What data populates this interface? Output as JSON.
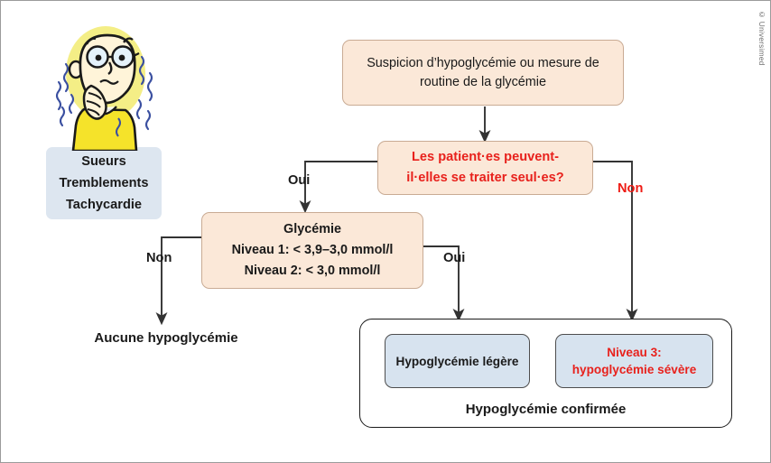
{
  "diagram": {
    "title_text": "Suspicion d’hypoglycémie ou mesure de routine de la glycémie",
    "colors": {
      "peach_fill": "#fbe8d8",
      "peach_border": "#c9ab94",
      "blue_fill": "#d7e3ef",
      "blue_border": "#4d4d4d",
      "red_text": "#e8211c",
      "black_text": "#1a1a1a",
      "outer_border": "#1a1a1a",
      "connector": "#333333",
      "frame_border": "#9b9b9b"
    }
  },
  "nodes": {
    "suspicion": {
      "line1": "Suspicion d’hypoglycémie ou mesure de",
      "line2": "routine de la glycémie"
    },
    "decision": {
      "line1": "Les patient·es peuvent-",
      "line2": "il·elles se traiter seul·es?"
    },
    "glycemie": {
      "line1": "Glycémie",
      "line2": "Niveau 1: < 3,9–3,0 mmol/l",
      "line3": "Niveau 2: < 3,0 mmol/l"
    },
    "symptoms": {
      "line1": "Sueurs",
      "line2": "Tremblements",
      "line3": "Tachycardie"
    },
    "no_hypoglycemia": "Aucune hypoglycémie",
    "mild": "Hypoglycémie légère",
    "severe": {
      "line1": "Niveau 3:",
      "line2": "hypoglycémie sévère"
    },
    "confirmed": "Hypoglycémie confirmée"
  },
  "edge_labels": {
    "oui_to_glycemie": "Oui",
    "non_to_severe": "Non",
    "non_to_no_hypo": "Non",
    "oui_to_confirmed": "Oui"
  },
  "illustration": {
    "name": "trembling-patient-illustration",
    "description": "cartoon person with glasses, yellow shirt, hands at mouth, shaking lines"
  },
  "credit": "© Universimed"
}
